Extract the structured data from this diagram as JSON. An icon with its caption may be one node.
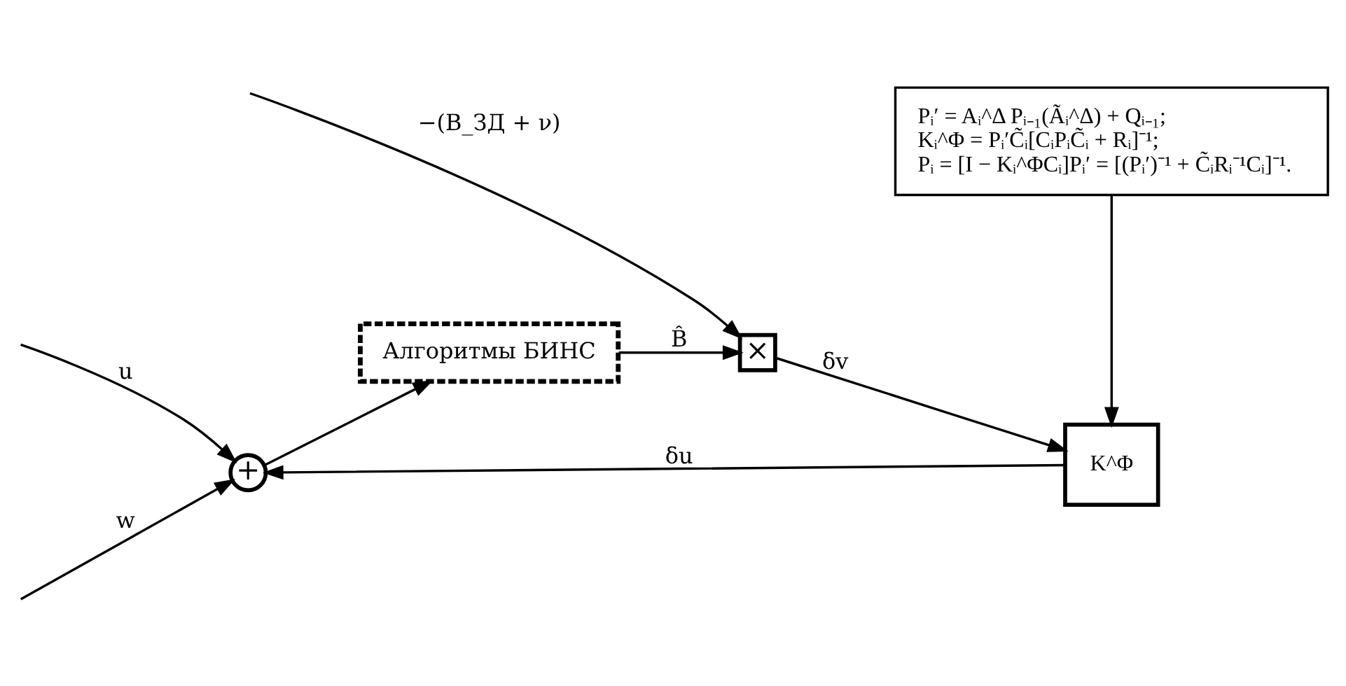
{
  "diagram": {
    "nodes": [
      {
        "text": [
          "+"
        ]
      },
      {
        "text": [
          "Алгоритмы БИНС"
        ]
      },
      {
        "text": [
          "×"
        ]
      },
      {
        "text": [
          "K^Φ"
        ]
      },
      {
        "text": [
          "Pᵢ′ = Aᵢ^Δ Pᵢ₋₁(Ãᵢ^Δ) + Qᵢ₋₁;",
          "Kᵢ^Φ = Pᵢ′C̃ᵢ[CᵢPᵢC̃ᵢ + Rᵢ]⁻¹;",
          "Pᵢ = [I − Kᵢ^ΦCᵢ]Pᵢ′ = [(Pᵢ′)⁻¹ + C̃ᵢRᵢ⁻¹Cᵢ]⁻¹."
        ]
      }
    ],
    "edges": [
      {
        "from": null,
        "to": 0,
        "arrow": "to",
        "label": "u"
      },
      {
        "from": null,
        "to": 0,
        "arrow": "to",
        "label": "w"
      },
      {
        "from": 0,
        "to": 1,
        "arrow": "to"
      },
      {
        "from": 1,
        "to": 2,
        "arrow": "to",
        "label": "B̂"
      },
      {
        "from": null,
        "to": 2,
        "arrow": "to",
        "label": "−(B_ЗД + ν)"
      },
      {
        "from": 2,
        "to": 3,
        "arrow": "to",
        "label": "δv"
      },
      {
        "from": 3,
        "to": 0,
        "arrow": "to",
        "label": "δu"
      },
      {
        "from": 4,
        "to": 3,
        "arrow": "to"
      }
    ]
  }
}
